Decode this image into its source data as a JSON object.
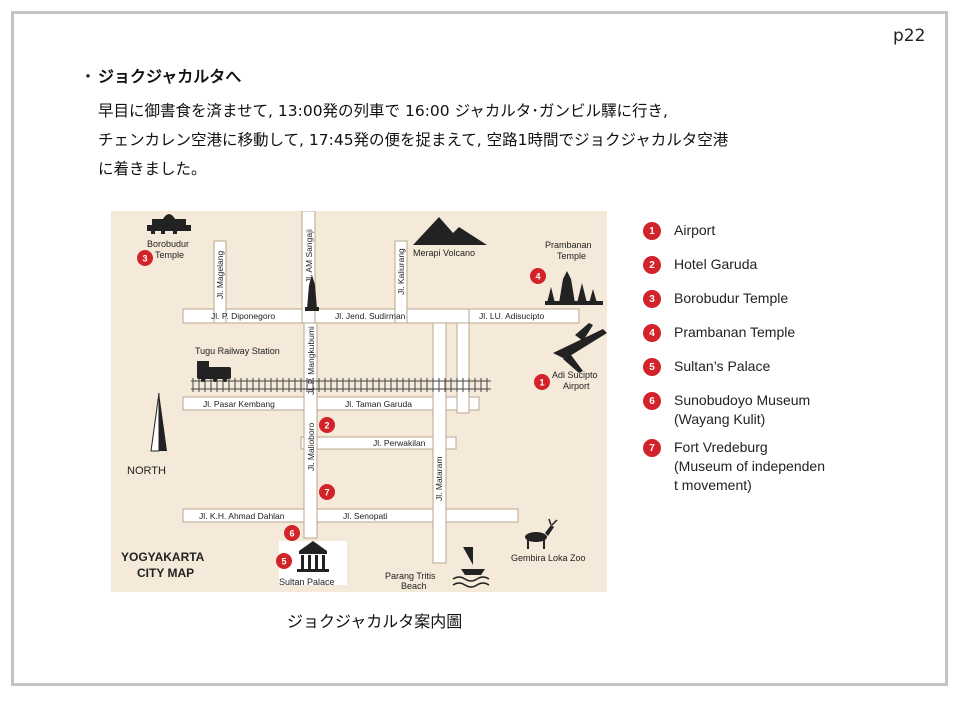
{
  "page": {
    "number": "p22"
  },
  "heading": {
    "bullet": "･",
    "text": "ジョクジャカルタへ"
  },
  "body": {
    "lines": [
      "早目に御書食を済ませて, 13:00発の列車で 16:00 ジャカルタ･ガンビル驛に行き,",
      "チェンカレン空港に移動して, 17:45発の便を捉まえて, 空路1時間でジョクジャカルタ空港",
      "に着きました。"
    ]
  },
  "map": {
    "title_line1": "YOGYAKARTA",
    "title_line2": "CITY MAP",
    "north": "NORTH",
    "streets": {
      "magelang": "Jl. Magelang",
      "am_sangaji": "Jl. AM Sangaji",
      "kaliurang": "Jl. Kaliurang",
      "diponegoro": "Jl. P. Diponegoro",
      "sudirman": "Jl. Jend. Sudirman",
      "adisucipto": "Jl. LU. Adisucipto",
      "mangkubumi": "Jl. P. Mangkubumi",
      "pasar_kembang": "Jl. Pasar Kembang",
      "taman_garuda": "Jl. Taman Garuda",
      "perwakilan": "Jl. Perwakilan",
      "malioboro": "Jl. Malioboro",
      "mataram": "Jl. Mataram",
      "ahmad_dahlan": "Jl. K.H. Ahmad Dahlan",
      "senopati": "Jl. Senopati"
    },
    "places": {
      "borobudur_1": "Borobudur",
      "borobudur_2": "Temple",
      "merapi": "Merapi Volcano",
      "prambanan_1": "Prambanan",
      "prambanan_2": "Temple",
      "tugu": "Tugu Railway Station",
      "adi_1": "Adi Sucipto",
      "adi_2": "Airport",
      "gembira": "Gembira Loka Zoo",
      "parang_1": "Parang Tritis",
      "parang_2": "Beach",
      "sultan": "Sultan Palace"
    },
    "markers": [
      "1",
      "2",
      "3",
      "4",
      "5",
      "6",
      "7"
    ]
  },
  "caption": "ジョクジャカルタ案内圖",
  "legend": [
    {
      "num": "1",
      "label": "Airport"
    },
    {
      "num": "2",
      "label": "Hotel Garuda"
    },
    {
      "num": "3",
      "label": "Borobudur Temple"
    },
    {
      "num": "4",
      "label": "Prambanan Temple"
    },
    {
      "num": "5",
      "label": "Sultan’s Palace"
    },
    {
      "num": "6",
      "label": "Sunobudoyo Museum\n(Wayang Kulit)"
    },
    {
      "num": "7",
      "label": "Fort  Vredeburg\n(Museum of independen\nt movement)"
    }
  ],
  "colors": {
    "marker": "#d2232a",
    "map_bg": "#f5ead9",
    "road": "#ffffff",
    "road_edge": "#b8a58c"
  }
}
